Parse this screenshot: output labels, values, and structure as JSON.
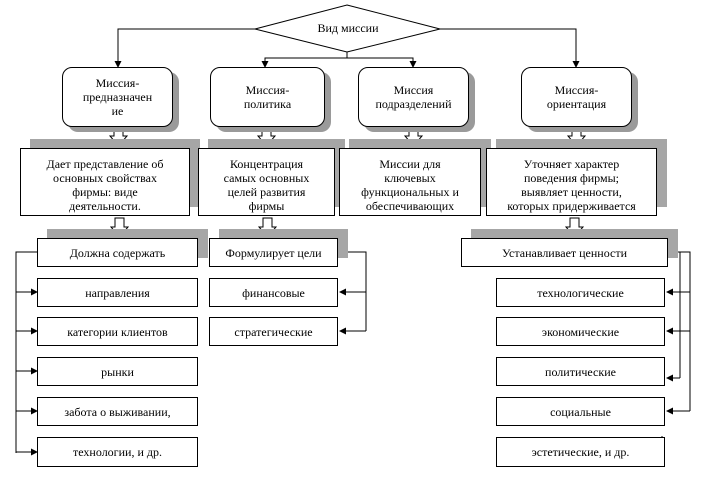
{
  "root": {
    "label": "Вид миссии"
  },
  "types": [
    {
      "label": "Миссия-\nпредназначен\nие"
    },
    {
      "label": "Миссия-\nполитика"
    },
    {
      "label": "Миссия\nподразделений"
    },
    {
      "label": "Миссия-\nориентация"
    }
  ],
  "descriptions": [
    {
      "label": "Дает представление об\nосновных свойствах\nфирмы: виде\nдеятельности."
    },
    {
      "label": "Концентрация\nсамых основных\nцелей развития\nфирмы"
    },
    {
      "label": "Миссии для\nключевых\nфункциональных и\nобеспечивающих"
    },
    {
      "label": "Уточняет характер\nповедения фирмы;\nвыявляет ценности,\nкоторых придерживается"
    }
  ],
  "col1": {
    "header": "Должна содержать",
    "items": [
      "направления",
      "категории клиентов",
      "рынки",
      "забота о выживании,",
      "технологии, и др."
    ]
  },
  "col2": {
    "header": "Формулирует цели",
    "items": [
      "финансовые",
      "стратегические"
    ]
  },
  "col4": {
    "header": "Устанавливает ценности",
    "items": [
      "технологические",
      "экономические",
      "политические",
      "социальные",
      "эстетические, и др."
    ]
  },
  "colors": {
    "shadow": "#a6a6a6",
    "line": "#000000"
  }
}
